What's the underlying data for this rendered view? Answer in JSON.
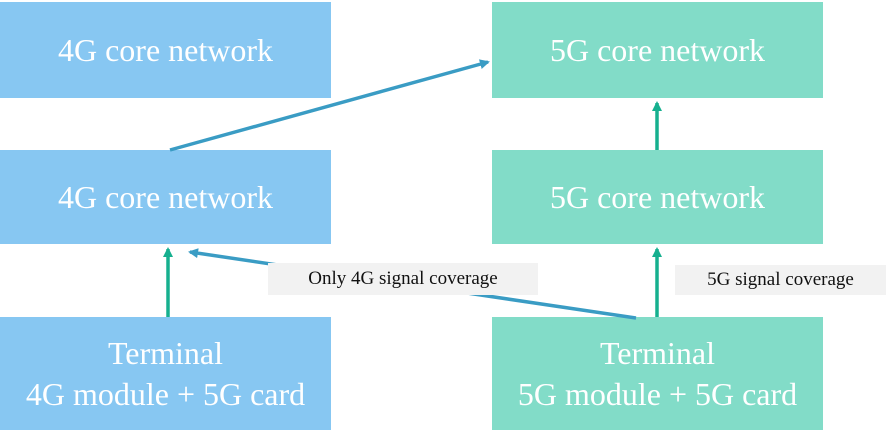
{
  "diagram": {
    "boxes": {
      "core_4g_top": {
        "label": "4G core network"
      },
      "core_5g_top": {
        "label": "5G core network"
      },
      "core_4g_mid": {
        "label": "4G core network"
      },
      "core_5g_mid": {
        "label": "5G core network"
      },
      "terminal_4g": {
        "line1": "Terminal",
        "line2": "4G module + 5G card"
      },
      "terminal_5g": {
        "line1": "Terminal",
        "line2": "5G module + 5G card"
      }
    },
    "labels": {
      "only_4g": "Only 4G signal coverage",
      "coverage_5g": "5G signal coverage"
    },
    "colors": {
      "blue_box": "#87c7f2",
      "green_box": "#82dcc8",
      "arrow_blue": "#3a9cc4",
      "arrow_green": "#16b08f",
      "label_bg": "#f2f2f2"
    }
  }
}
